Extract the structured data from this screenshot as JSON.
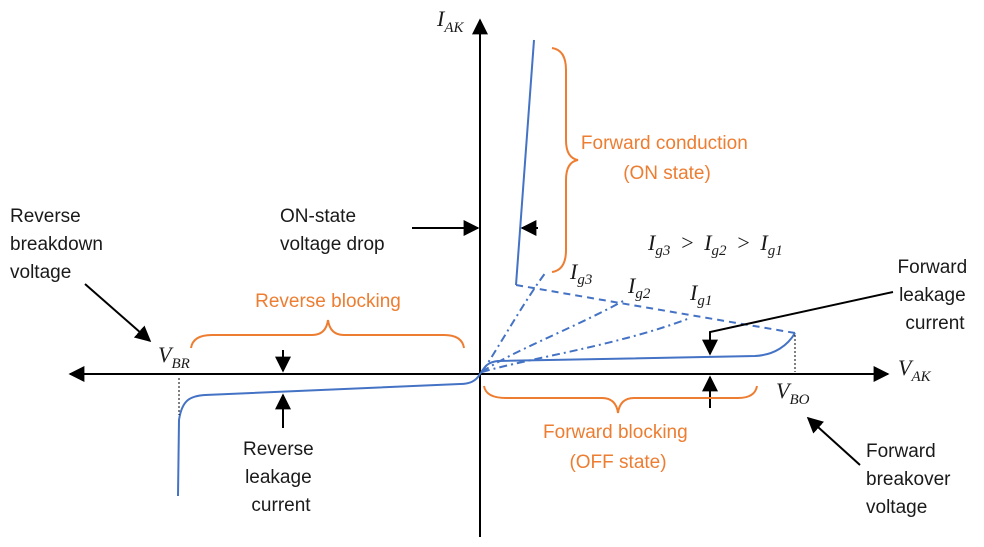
{
  "axes": {
    "y_label_main": "I",
    "y_label_sub": "AK",
    "x_label_main": "V",
    "x_label_sub": "AK"
  },
  "points": {
    "vbr_main": "V",
    "vbr_sub": "BR",
    "vbo_main": "V",
    "vbo_sub": "BO"
  },
  "labels": {
    "reverse_breakdown": [
      "Reverse",
      "breakdown",
      "voltage"
    ],
    "on_state_drop": [
      "ON-state",
      "voltage drop"
    ],
    "forward_conduction": [
      "Forward conduction",
      "(ON state)"
    ],
    "reverse_blocking": "Reverse blocking",
    "forward_leakage": [
      "Forward",
      "leakage",
      "current"
    ],
    "reverse_leakage": [
      "Reverse",
      "leakage",
      "current"
    ],
    "forward_blocking": [
      "Forward blocking",
      "(OFF state)"
    ],
    "forward_breakover": [
      "Forward",
      "breakover",
      "voltage"
    ]
  },
  "gate": {
    "main": "I",
    "ig3_sub": "g3",
    "ig2_sub": "g2",
    "ig1_sub": "g1",
    "relation_gt": ">"
  },
  "colors": {
    "curve": "#4472C4",
    "accent": "#ED7D31",
    "ink": "#1a1a1a"
  }
}
